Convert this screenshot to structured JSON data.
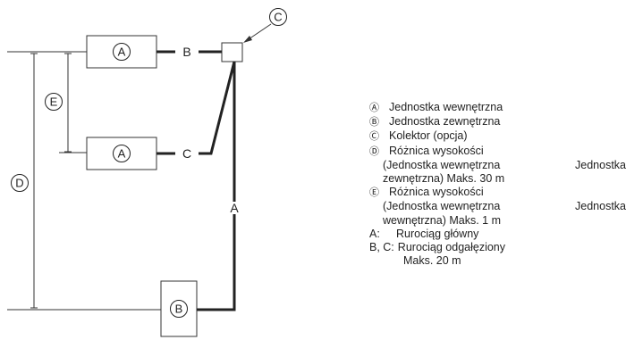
{
  "diagram": {
    "circle_labels": {
      "A_top": "A",
      "A_mid": "A",
      "B_outdoor": "B",
      "C_header": "C",
      "D_height": "D",
      "E_height": "E"
    },
    "pipe_labels": {
      "B": "B",
      "C": "C",
      "A": "A"
    }
  },
  "legend": {
    "items": [
      {
        "key": "Ⓐ",
        "text": "Jednostka wewnętrzna"
      },
      {
        "key": "Ⓑ",
        "text": "Jednostka zewnętrzna"
      },
      {
        "key": "Ⓒ",
        "text": "Kolektor (opcja)"
      },
      {
        "key": "Ⓓ",
        "text": "Różnica wysokości"
      },
      {
        "key": "Ⓔ",
        "text": "Różnica wysokości"
      }
    ],
    "d_line1_left": "(Jednostka wewnętrzna",
    "d_line1_right": "Jednostka",
    "d_line2": "zewnętrzna) Maks. 30 m",
    "e_line1_left": "(Jednostka wewnętrzna",
    "e_line1_right": "Jednostka",
    "e_line2": "wewnętrzna) Maks. 1 m",
    "a_key": "A:",
    "a_text": "Rurociąg główny",
    "bc_key": "B, C:",
    "bc_text": "Rurociąg odgałęziony",
    "bc_line2": "Maks. 20 m"
  }
}
